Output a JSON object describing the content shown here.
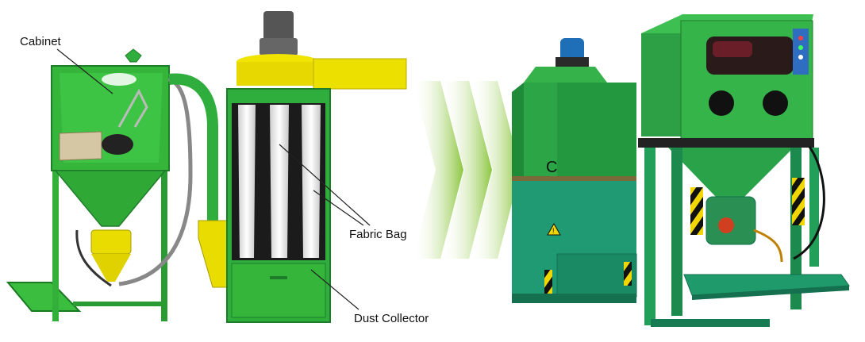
{
  "labels": {
    "cabinet": "Cabinet",
    "fabric_bag": "Fabric Bag",
    "dust_collector": "Dust Collector",
    "collector_mark": "C"
  },
  "colors": {
    "machine_green": "#2fae3e",
    "machine_green_dark": "#1e7d2a",
    "teal": "#1f9a72",
    "teal_dark": "#14704f",
    "yellow": "#e8dc00",
    "bag_white": "#eeeeee",
    "motor": "#555555",
    "motor_blue": "#1f6fb8",
    "warning_yellow": "#f2d600",
    "arrow_green": "#8cc63f"
  },
  "icons": [
    "warning-icon",
    "chevron-arrows-icon",
    "motor-icon"
  ]
}
